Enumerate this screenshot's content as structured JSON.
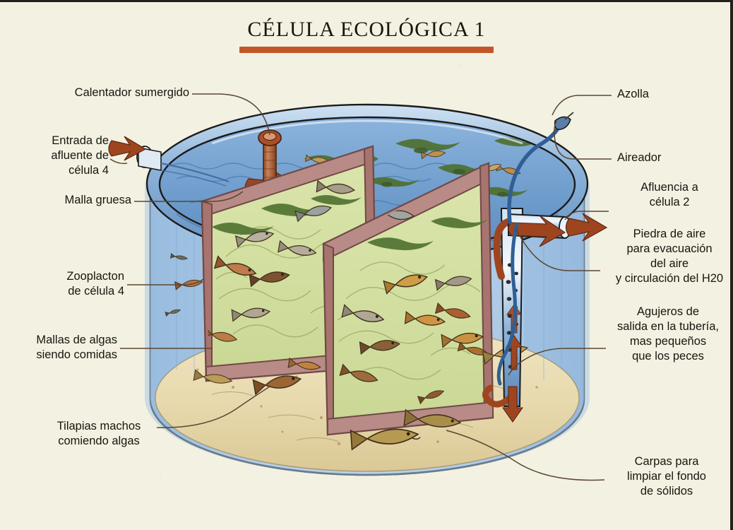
{
  "page": {
    "background_color": "#f3f2e2",
    "border_color": "#23211c"
  },
  "title": {
    "text": "CÉLULA ECOLÓGICA 1",
    "rule_color": "#c2562a"
  },
  "labels": {
    "calentador": "Calentador sumergido",
    "entrada": "Entrada de\nafluente de\ncélula 4",
    "malla_gruesa": "Malla gruesa",
    "zooplacton": "Zooplacton\nde célula 4",
    "mallas_algas": "Mallas de algas\nsiendo comidas",
    "tilapias": "Tilapias machos\ncomiendo algas",
    "azolla": "Azolla",
    "aireador": "Aireador",
    "afluencia": "Afluencia a\ncélula 2",
    "piedra_aire": "Piedra de aire\npara evacuación\ndel aire\ny circulación del H20",
    "agujeros": "Agujeros de\nsalida en la tubería,\nmas pequeños\nque los peces",
    "carpas": "Carpas para\nlimpiar el fondo\nde sólidos"
  },
  "colors": {
    "ink": "#17150f",
    "leader": "#5a4632",
    "water_blue": "#7ea8d4",
    "water_blue_dark": "#4c79ad",
    "tank_wall": "#8fb4dc",
    "surface_blue": "#6f9ece",
    "sand": "#e9dcb4",
    "sand_dark": "#d9c694",
    "algae_mat": "#d6dfa8",
    "frame_rose": "#b98b87",
    "frame_rose_dark": "#96615c",
    "rust_arrow": "#9e4520",
    "heater_brown": "#a05a33",
    "azolla_green": "#4a6b2c",
    "fish_tan": "#c8a05a",
    "fish_brown": "#8a5a32",
    "fish_grey": "#b9b2a4"
  },
  "illustration": {
    "description": "Watercolor cutaway of a circular aquaculture tank",
    "elements": [
      "tank-rim",
      "water-surface",
      "azolla-mats",
      "submerged-heater",
      "coarse-mesh-screen",
      "inflow-arrow",
      "algae-mat-panel-left",
      "algae-mat-panel-right",
      "tilapia-fish",
      "carp-fish",
      "sand-bottom",
      "standpipe-with-holes",
      "air-stone",
      "outflow-pipe",
      "air-hose",
      "aerator"
    ]
  }
}
